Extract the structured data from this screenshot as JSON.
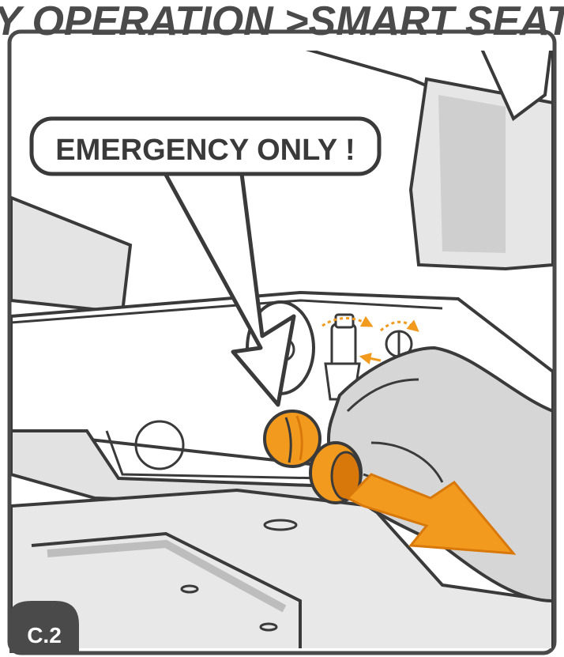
{
  "header": {
    "title": "Y OPERATION >SMART SEAT"
  },
  "callout": {
    "text": "EMERGENCY ONLY !"
  },
  "badge": {
    "label": "C.2"
  },
  "colors": {
    "accent": "#f29a1e",
    "accent_dark": "#d9780a",
    "outline": "#3a3a3a",
    "title": "#4a4a4a",
    "panel_gray": "#d8d8d8",
    "shadow_gray": "#bdbdbd",
    "background": "#ffffff"
  },
  "icons": [
    "push-arrow-icon",
    "rotate-arrow-icon",
    "emergency-knob-icon"
  ]
}
